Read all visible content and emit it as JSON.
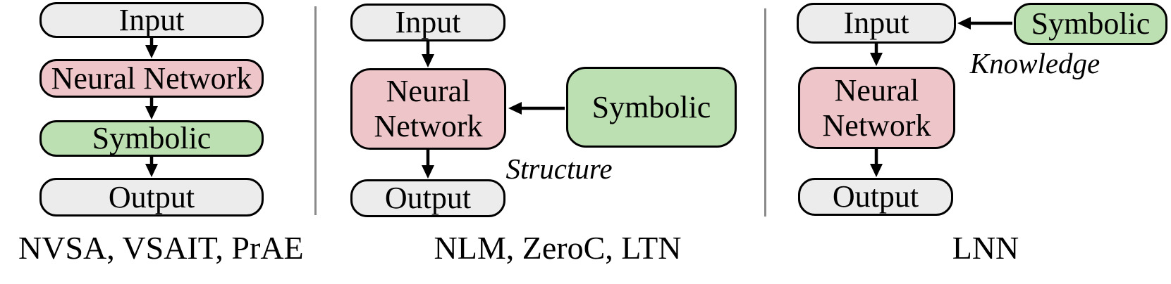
{
  "figure": {
    "colors": {
      "neutral_fill": "#ececec",
      "neural_fill": "#eec6c9",
      "symbolic_fill": "#bde0b2",
      "node_border": "#000000",
      "divider": "#8a8a8a",
      "text": "#000000"
    },
    "panels": [
      {
        "caption": "NVSA, VSAIT, PrAE",
        "nodes": {
          "input": "Input",
          "neural_network": "Neural Network",
          "symbolic": "Symbolic",
          "output": "Output"
        }
      },
      {
        "caption": "NLM, ZeroC, LTN",
        "edge_label": "Structure",
        "nodes": {
          "input": "Input",
          "neural_network": "Neural Network",
          "symbolic": "Symbolic",
          "output": "Output"
        }
      },
      {
        "caption": "LNN",
        "edge_label": "Knowledge",
        "nodes": {
          "input": "Input",
          "neural_network": "Neural Network",
          "symbolic": "Symbolic",
          "output": "Output"
        }
      }
    ]
  }
}
